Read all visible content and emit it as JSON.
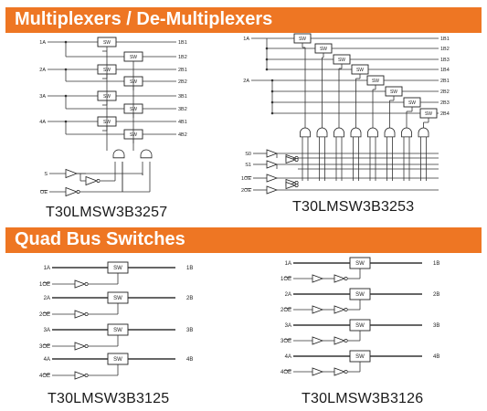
{
  "sections": {
    "mux_title": "Multiplexers / De-Multiplexers",
    "bus_title": "Quad Bus Switches"
  },
  "parts": {
    "p3257": "T30LMSW3B3257",
    "p3253": "T30LMSW3B3253",
    "p3125": "T30LMSW3B3125",
    "p3126": "T30LMSW3B3126"
  },
  "sw_label": "SW",
  "d3257": {
    "inputs": [
      "1A",
      "2A",
      "3A",
      "4A"
    ],
    "outputs": [
      "1B1",
      "1B2",
      "2B1",
      "2B2",
      "3B1",
      "3B2",
      "4B1",
      "4B2"
    ],
    "controls": [
      "S",
      "OE"
    ]
  },
  "d3253": {
    "inputs": [
      "1A",
      "2A"
    ],
    "outputs": [
      "1B1",
      "1B2",
      "1B3",
      "1B4",
      "2B1",
      "2B2",
      "2B3",
      "2B4"
    ],
    "controls": [
      "S0",
      "S1",
      "1OE",
      "2OE"
    ]
  },
  "d3125": {
    "inputs": [
      "1A",
      "2A",
      "3A",
      "4A"
    ],
    "enables": [
      "1OE",
      "2OE",
      "3OE",
      "4OE"
    ],
    "outputs": [
      "1B",
      "2B",
      "3B",
      "4B"
    ]
  },
  "d3126": {
    "inputs": [
      "1A",
      "2A",
      "3A",
      "4A"
    ],
    "enables": [
      "1OE",
      "2OE",
      "3OE",
      "4OE"
    ],
    "outputs": [
      "1B",
      "2B",
      "3B",
      "4B"
    ]
  }
}
